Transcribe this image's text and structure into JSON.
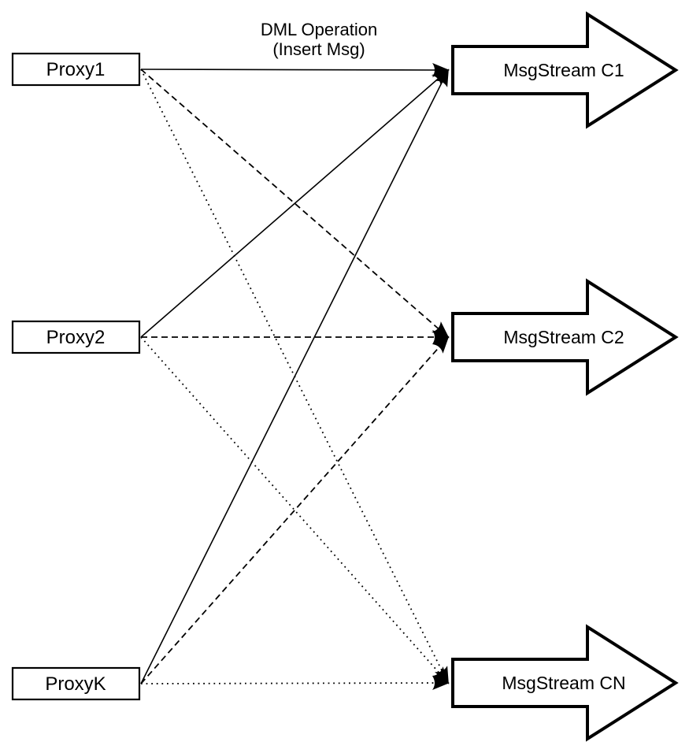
{
  "diagram": {
    "title": {
      "line1": "DML Operation",
      "line2": "(Insert Msg)"
    },
    "proxies": [
      {
        "label": "Proxy1"
      },
      {
        "label": "Proxy2"
      },
      {
        "label": "ProxyK"
      }
    ],
    "streams": [
      {
        "label": "MsgStream C1"
      },
      {
        "label": "MsgStream C2"
      },
      {
        "label": "MsgStream CN"
      }
    ],
    "edges": [
      {
        "from": "Proxy1",
        "to": "MsgStream C1",
        "style": "solid"
      },
      {
        "from": "Proxy1",
        "to": "MsgStream C2",
        "style": "dashed"
      },
      {
        "from": "Proxy1",
        "to": "MsgStream CN",
        "style": "dotted"
      },
      {
        "from": "Proxy2",
        "to": "MsgStream C1",
        "style": "solid"
      },
      {
        "from": "Proxy2",
        "to": "MsgStream C2",
        "style": "dashed"
      },
      {
        "from": "Proxy2",
        "to": "MsgStream CN",
        "style": "dotted"
      },
      {
        "from": "ProxyK",
        "to": "MsgStream C1",
        "style": "solid"
      },
      {
        "from": "ProxyK",
        "to": "MsgStream C2",
        "style": "dashed"
      },
      {
        "from": "ProxyK",
        "to": "MsgStream CN",
        "style": "dotted"
      }
    ],
    "colors": {
      "stroke": "#000000",
      "fill": "#ffffff",
      "background": "#ffffff"
    }
  }
}
